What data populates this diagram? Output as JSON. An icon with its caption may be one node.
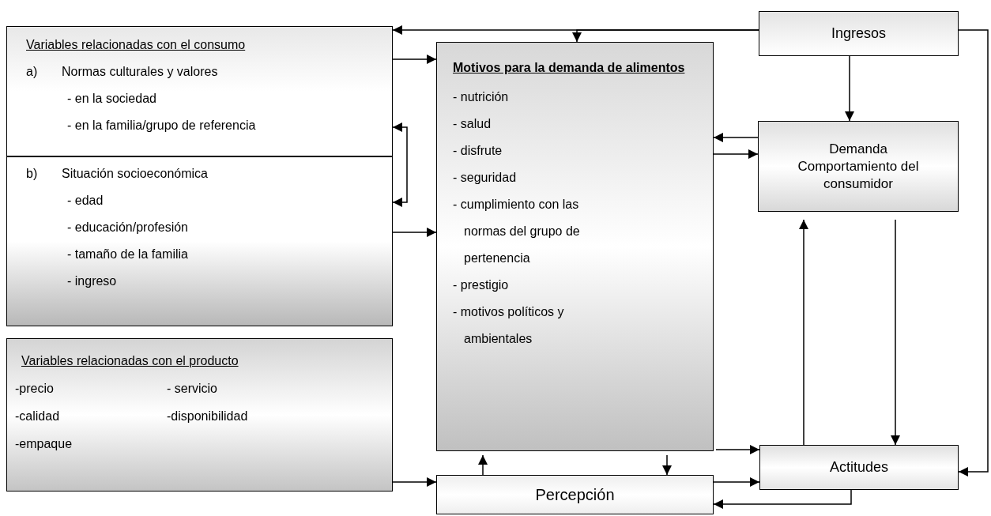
{
  "diagram": {
    "nodes": [
      {
        "text": [
          "Variables relacionadas con el consumo",
          "a)",
          "Normas culturales y valores",
          "- en la sociedad",
          "- en la familia/grupo de referencia"
        ]
      },
      {
        "text": [
          "b)",
          "Situación socioeconómica",
          "- edad",
          "- educación/profesión",
          "- tamaño de la familia",
          "- ingreso"
        ]
      },
      {
        "text": [
          "Variables relacionadas con el producto",
          "-precio",
          "- servicio",
          "-calidad",
          "-disponibilidad",
          "-empaque"
        ]
      },
      {
        "text": [
          "Motivos para la demanda de alimentos",
          "- nutrición",
          "- salud",
          "- disfrute",
          "- seguridad",
          "- cumplimiento con las normas del grupo de pertenencia",
          "- prestigio",
          "- motivos políticos y ambientales"
        ]
      },
      {
        "text": [
          "Ingresos"
        ]
      },
      {
        "text": [
          "Demanda",
          "Comportamiento del consumidor"
        ]
      },
      {
        "text": [
          "Actitudes"
        ]
      },
      {
        "text": [
          "Percepción"
        ]
      }
    ],
    "edges": [
      {
        "from": 4,
        "to": 0,
        "arrow": "to"
      },
      {
        "from": 4,
        "to": 3,
        "arrow": "to"
      },
      {
        "from": 4,
        "to": 5,
        "arrow": "to"
      },
      {
        "from": 4,
        "to": 6,
        "arrow": "to"
      },
      {
        "from": 0,
        "to": 3,
        "arrow": "to"
      },
      {
        "from": 0,
        "to": 1,
        "arrow": "both"
      },
      {
        "from": 1,
        "to": 3,
        "arrow": "to"
      },
      {
        "from": 5,
        "to": 3,
        "arrow": "to"
      },
      {
        "from": 3,
        "to": 5,
        "arrow": "to"
      },
      {
        "from": 6,
        "to": 5,
        "arrow": "to"
      },
      {
        "from": 5,
        "to": 6,
        "arrow": "to"
      },
      {
        "from": 3,
        "to": 6,
        "arrow": "to"
      },
      {
        "from": 7,
        "to": 3,
        "arrow": "to"
      },
      {
        "from": 3,
        "to": 7,
        "arrow": "to"
      },
      {
        "from": 7,
        "to": 6,
        "arrow": "to"
      },
      {
        "from": 6,
        "to": 7,
        "arrow": "to"
      },
      {
        "from": 2,
        "to": 7,
        "arrow": "to"
      }
    ]
  }
}
